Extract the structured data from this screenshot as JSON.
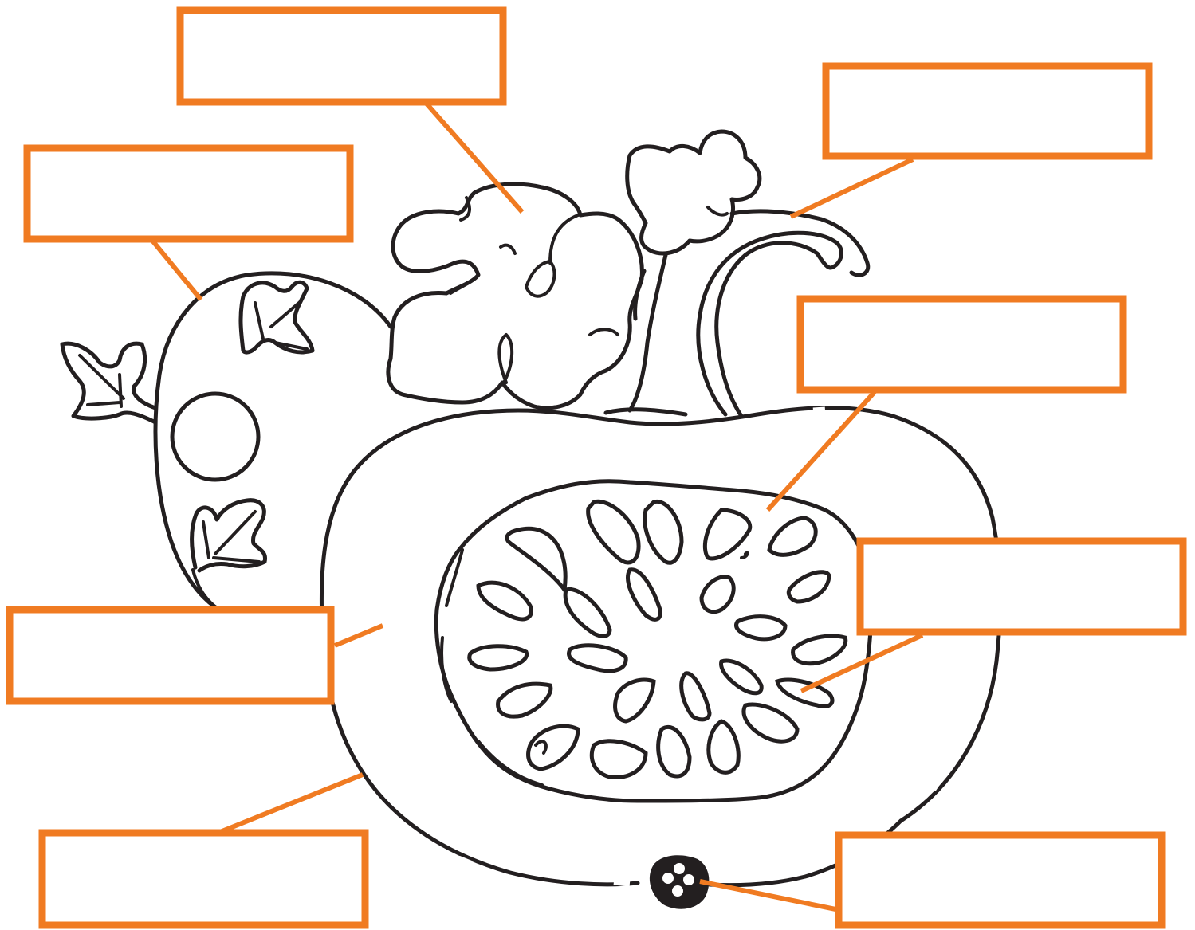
{
  "colors": {
    "accent": "#f07b22",
    "ink": "#231f20",
    "background": "#ffffff"
  },
  "labels": [
    {
      "id": "top-center",
      "text": ""
    },
    {
      "id": "top-right",
      "text": ""
    },
    {
      "id": "upper-left",
      "text": ""
    },
    {
      "id": "middle-right",
      "text": ""
    },
    {
      "id": "lower-right",
      "text": ""
    },
    {
      "id": "middle-left",
      "text": ""
    },
    {
      "id": "bottom-left",
      "text": ""
    },
    {
      "id": "bottom-right",
      "text": ""
    }
  ]
}
